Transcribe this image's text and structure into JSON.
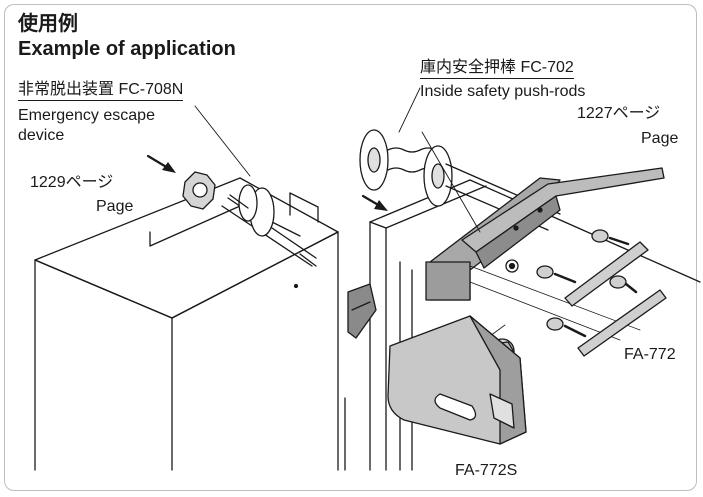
{
  "title": {
    "jp": "使用例",
    "en": "Example of application"
  },
  "callouts": {
    "emergency": {
      "jp": "非常脱出装置 FC-708N",
      "en_line1": "Emergency escape",
      "en_line2": "device"
    },
    "emergency_page": {
      "num": "1229ページ",
      "en": "Page"
    },
    "inside": {
      "jp": "庫内安全押棒 FC-702",
      "en": "Inside safety push-rods"
    },
    "inside_page": {
      "num": "1227ページ",
      "en": "Page"
    },
    "part_fa772": "FA-772",
    "part_fa772s": "FA-772S"
  },
  "colors": {
    "frame": "#bdbdbd",
    "line": "#1a1a1a",
    "part_fill": "#c8c8c8",
    "part_dark": "#8c8c8c"
  }
}
